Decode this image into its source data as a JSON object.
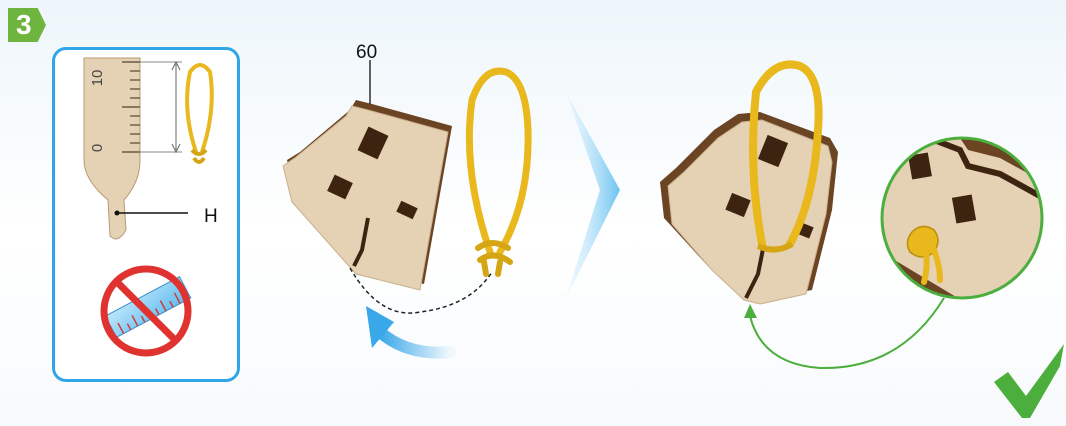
{
  "step": {
    "number": "3"
  },
  "labels": {
    "part_number": "60",
    "hole_marker": "H"
  },
  "ruler": {
    "ticks": [
      "0",
      "10"
    ]
  },
  "colors": {
    "step_badge": "#6fb43f",
    "panel_border": "#30a6e6",
    "wood": "#e5d1b3",
    "wood_dark": "#6b4423",
    "cord": "#e8b81c",
    "forbidden": "#e0322f",
    "arrow_blue": "#3aa8e8",
    "check_green": "#4cae3c"
  },
  "icons": [
    "measure-tool-icon",
    "no-ruler-icon",
    "arrow-right-icon",
    "curved-arrow-icon",
    "zoom-circle-icon",
    "checkmark-icon"
  ]
}
